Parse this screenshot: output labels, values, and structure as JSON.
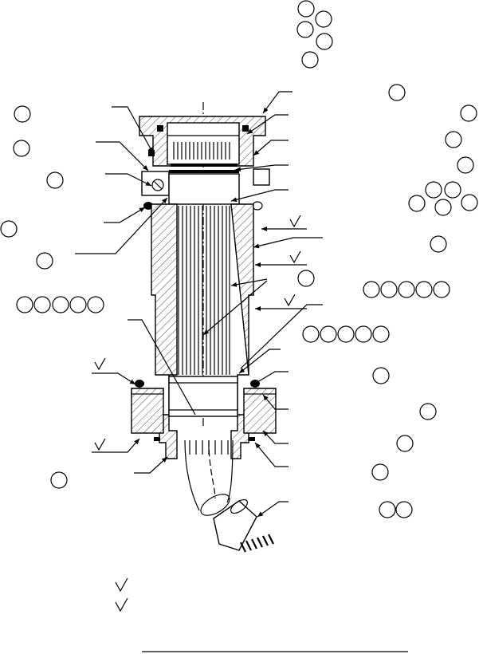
{
  "figure": {
    "callout_balloons": "blank",
    "legend_symbols": [
      "surface-finish-mark",
      "surface-finish-mark"
    ]
  }
}
